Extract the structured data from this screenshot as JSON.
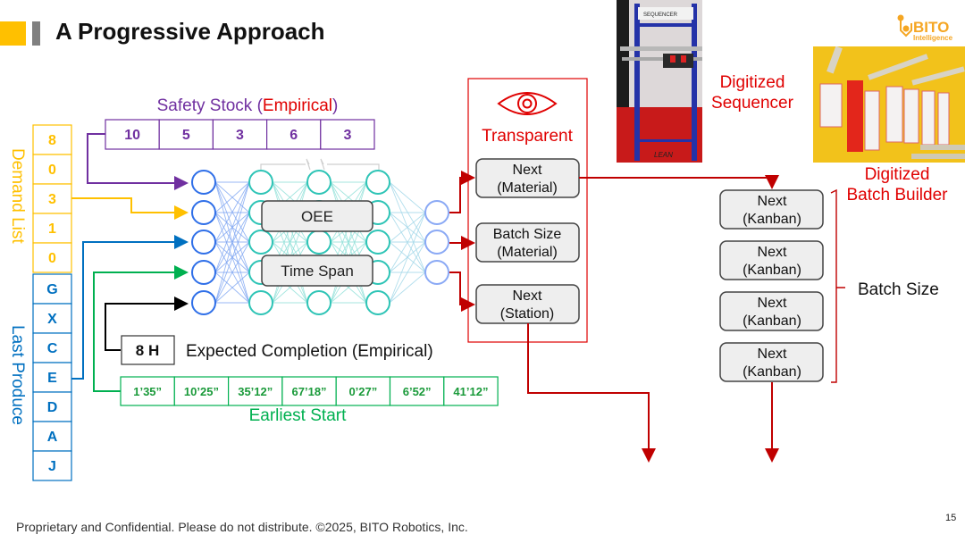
{
  "slide": {
    "title": "A Progressive Approach",
    "footer": "Proprietary and Confidential. Please do not distribute. ©2025, BITO Robotics, Inc.",
    "page_number": "15",
    "logo": {
      "brand": "BITO",
      "sub": "Intelligence",
      "icon": "circuit-hex-logo-icon"
    }
  },
  "colors": {
    "accent_yellow": "#FFC000",
    "accent_grey": "#808080",
    "safety_purple": "#7030A0",
    "demand_yellow": "#FFC000",
    "last_produce_blue": "#0070C0",
    "earliest_green": "#00B050",
    "transparent_red": "#E00000",
    "arrow_red": "#C00000",
    "input_node_blue": "#2F6FE8",
    "hidden_node_teal": "#2EC4B6",
    "output_node_blue": "#8AA9F5"
  },
  "safety_stock": {
    "label_main": "Safety Stock (",
    "label_emph": "Empirical",
    "label_end": ")",
    "values": [
      "10",
      "5",
      "3",
      "6",
      "3"
    ]
  },
  "demand_list": {
    "label": "Demand List",
    "values": [
      "8",
      "0",
      "3",
      "1",
      "0"
    ]
  },
  "last_produce": {
    "label": "Last Produce",
    "values": [
      "G",
      "X",
      "C",
      "E",
      "D",
      "A",
      "J"
    ]
  },
  "expected_completion": {
    "value": "8 H",
    "label": "Expected Completion (Empirical)"
  },
  "earliest_start": {
    "label": "Earliest Start",
    "values": [
      "1’35”",
      "10’25”",
      "35’12”",
      "67’18”",
      "0’27”",
      "6’52”",
      "41’12”"
    ]
  },
  "network": {
    "overlays": [
      "OEE",
      "Time Span"
    ]
  },
  "transparent": {
    "icon": "eye-icon",
    "label": "Transparent",
    "outputs": [
      {
        "line1": "Next",
        "line2": "(Material)"
      },
      {
        "line1": "Batch Size",
        "line2": "(Material)"
      },
      {
        "line1": "Next",
        "line2": "(Station)"
      }
    ]
  },
  "sequencer": {
    "label_line1": "Digitized",
    "label_line2": "Sequencer",
    "photo_sign": "SEQUENCER",
    "photo_brand": "LEAN"
  },
  "batch_builder": {
    "label_line1": "Digitized",
    "label_line2": "Batch Builder",
    "kanbans": [
      {
        "line1": "Next",
        "line2": "(Kanban)"
      },
      {
        "line1": "Next",
        "line2": "(Kanban)"
      },
      {
        "line1": "Next",
        "line2": "(Kanban)"
      },
      {
        "line1": "Next",
        "line2": "(Kanban)"
      }
    ],
    "bracket_label": "Batch Size"
  }
}
